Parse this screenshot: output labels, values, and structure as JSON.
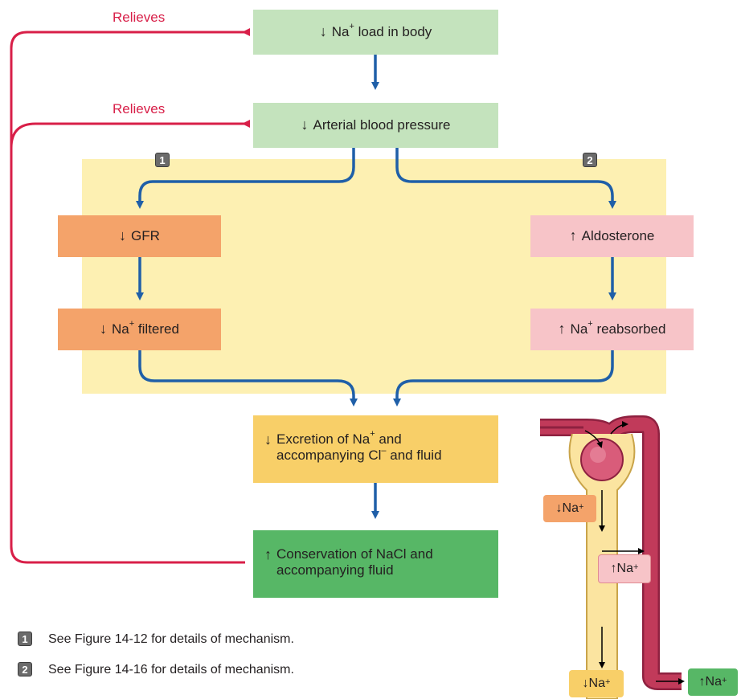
{
  "relieves_top": "Relieves",
  "relieves_bottom": "Relieves",
  "boxes": {
    "na_load": {
      "arrow": "↓",
      "pre": "Na",
      "sup": "+",
      "post": " load in body"
    },
    "arterial_bp": {
      "arrow": "↓",
      "text": "Arterial blood pressure"
    },
    "gfr": {
      "arrow": "↓",
      "text": "GFR"
    },
    "na_filtered": {
      "arrow": "↓",
      "pre": "Na",
      "sup": "+",
      "post": " filtered"
    },
    "aldosterone": {
      "arrow": "↑",
      "text": "Aldosterone"
    },
    "na_reabsorbed": {
      "arrow": "↑",
      "pre": "Na",
      "sup": "+",
      "post": " reabsorbed"
    },
    "excretion": {
      "arrow": "↓",
      "line1_pre": "Excretion of Na",
      "line1_sup": "+",
      "line1_post": " and",
      "line2_pre": "accompanying Cl",
      "line2_sup": "–",
      "line2_post": " and fluid"
    },
    "conservation": {
      "arrow": "↑",
      "line1": "Conservation of NaCl and",
      "line2": "accompanying fluid"
    }
  },
  "badges": {
    "one": "1",
    "two": "2"
  },
  "footnotes": {
    "one": "See Figure 14-12 for details of mechanism.",
    "two": "See Figure 14-16 for details of mechanism."
  },
  "nephron_tags": {
    "filtered": {
      "arrow": "↓",
      "pre": "Na",
      "sup": "+"
    },
    "reabsorbed": {
      "arrow": "↑",
      "pre": "Na",
      "sup": "+"
    },
    "blood": {
      "arrow": "↑",
      "pre": "Na",
      "sup": "+"
    },
    "excreted": {
      "arrow": "↓",
      "pre": "Na",
      "sup": "+"
    }
  },
  "colors": {
    "relieves_red": "#d81f48",
    "flow_blue": "#1f5fa8",
    "yellow_panel": "#fdf0b2",
    "green_light": "#c4e3bd",
    "orange": "#f4a36a",
    "pink": "#f7c4c8",
    "yellow_box": "#f8cf68",
    "green_dark": "#57b766",
    "tubule_yellow": "#fbe4a0",
    "vessel_red": "#c13a5a"
  }
}
